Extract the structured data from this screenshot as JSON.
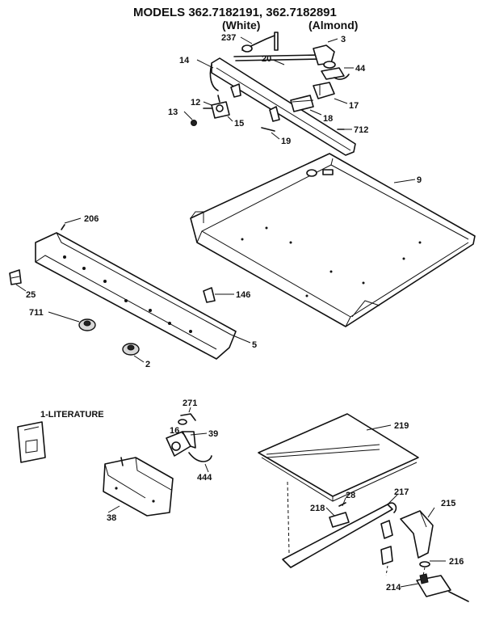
{
  "header": {
    "models": "MODELS 362.7182191, 362.7182891",
    "white": "(White)",
    "almond": "(Almond)"
  },
  "literature": "1-LITERATURE",
  "parts": {
    "p237": "237",
    "p3": "3",
    "p14": "14",
    "p20": "20",
    "p44": "44",
    "p17": "17",
    "p12": "12",
    "p13": "13",
    "p15": "15",
    "p18": "18",
    "p19": "19",
    "p712": "712",
    "p9": "9",
    "p206": "206",
    "p25": "25",
    "p146": "146",
    "p711": "711",
    "p5": "5",
    "p2": "2",
    "p271": "271",
    "p16": "16",
    "p39": "39",
    "p444": "444",
    "p38": "38",
    "p219": "219",
    "p218": "218",
    "p28": "28",
    "p217": "217",
    "p215": "215",
    "p216": "216",
    "p214": "214"
  }
}
